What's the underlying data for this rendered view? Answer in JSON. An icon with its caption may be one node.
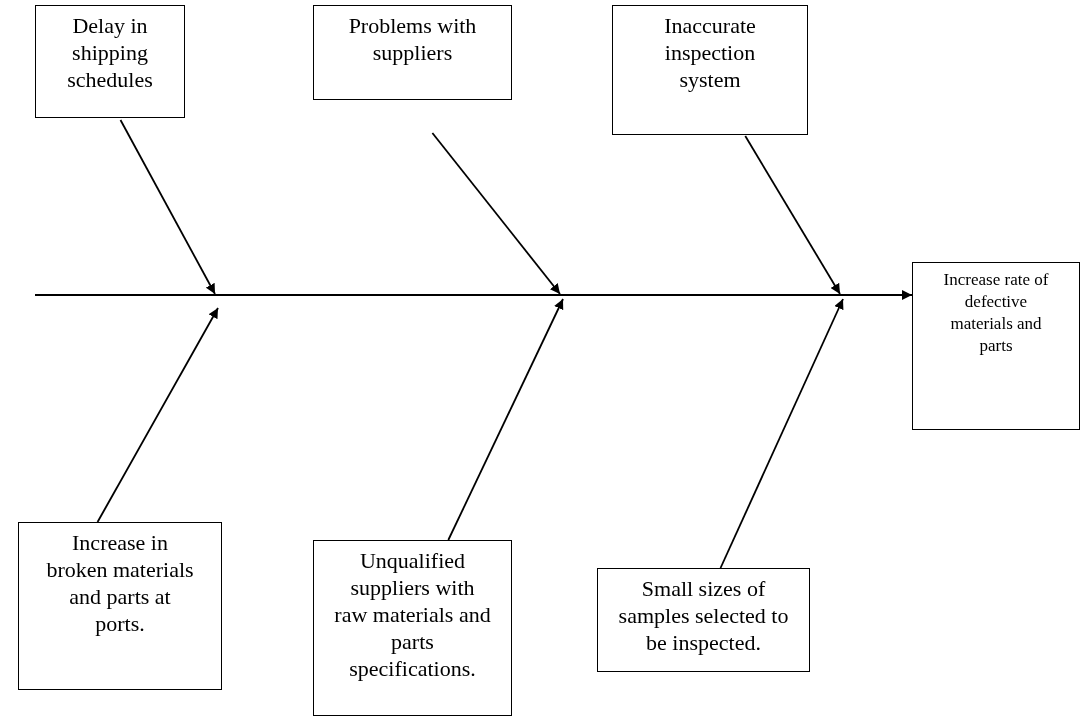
{
  "diagram": {
    "nodes": [
      {
        "text": [
          "Delay in shipping schedules"
        ]
      },
      {
        "text": [
          "Problems with suppliers"
        ]
      },
      {
        "text": [
          "Inaccurate inspection system"
        ]
      },
      {
        "text": [
          "Increase rate of defective materials and parts"
        ]
      },
      {
        "text": [
          "Increase in broken materials and parts at ports."
        ]
      },
      {
        "text": [
          "Unqualified suppliers with raw materials and parts specifications."
        ]
      },
      {
        "text": [
          "Small sizes of samples selected to be inspected."
        ]
      }
    ],
    "edges": [
      {
        "from": null,
        "to": 3,
        "arrow": "to"
      },
      {
        "from": 0,
        "to": null,
        "arrow": "to"
      },
      {
        "from": 1,
        "to": null,
        "arrow": "to"
      },
      {
        "from": 2,
        "to": null,
        "arrow": "to"
      },
      {
        "from": 4,
        "to": null,
        "arrow": "to"
      },
      {
        "from": 5,
        "to": null,
        "arrow": "to"
      },
      {
        "from": 6,
        "to": null,
        "arrow": "to"
      }
    ]
  }
}
